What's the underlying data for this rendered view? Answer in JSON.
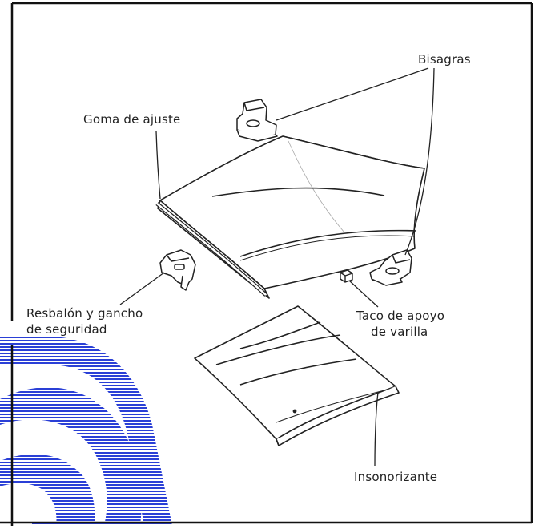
{
  "diagram": {
    "labels": {
      "bisagras": "Bisagras",
      "goma": "Goma de ajuste",
      "resbalon_line1": "Resbalón y gancho",
      "resbalon_line2": "de seguridad",
      "taco_line1": "Taco de apoyo",
      "taco_line2": "de varilla",
      "insonorizante": "Insonorizante"
    },
    "colors": {
      "ink": "#222222",
      "frame": "#111111",
      "watermark": "#2233cc",
      "paper": "#ffffff"
    },
    "icons": [
      "hinge-icon",
      "latch-icon",
      "rod-rest-icon",
      "watermark-logo"
    ]
  }
}
